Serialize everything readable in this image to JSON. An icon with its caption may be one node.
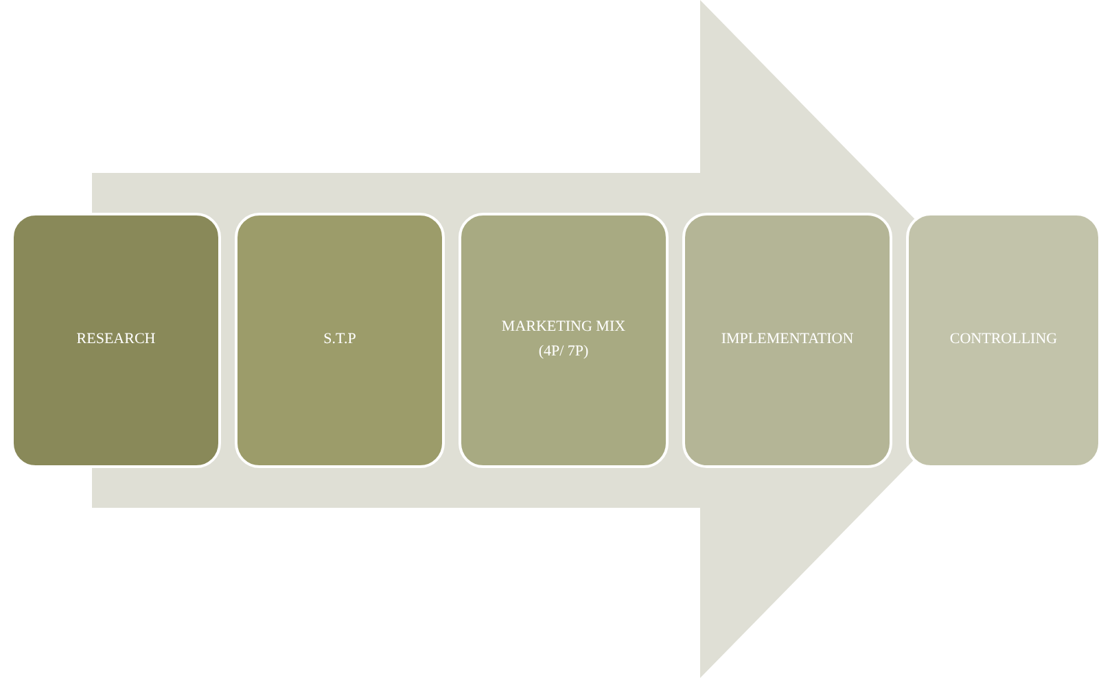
{
  "diagram": {
    "nodes": [
      {
        "text": [
          "RESEARCH"
        ]
      },
      {
        "text": [
          "S.T.P"
        ]
      },
      {
        "text": [
          "MARKETING MIX (4P/ 7P)"
        ]
      },
      {
        "text": [
          "IMPLEMENTATION"
        ]
      },
      {
        "text": [
          "CONTROLLING"
        ]
      }
    ],
    "edges": [
      {
        "from": 0,
        "to": 4,
        "arrow": "to"
      }
    ]
  }
}
